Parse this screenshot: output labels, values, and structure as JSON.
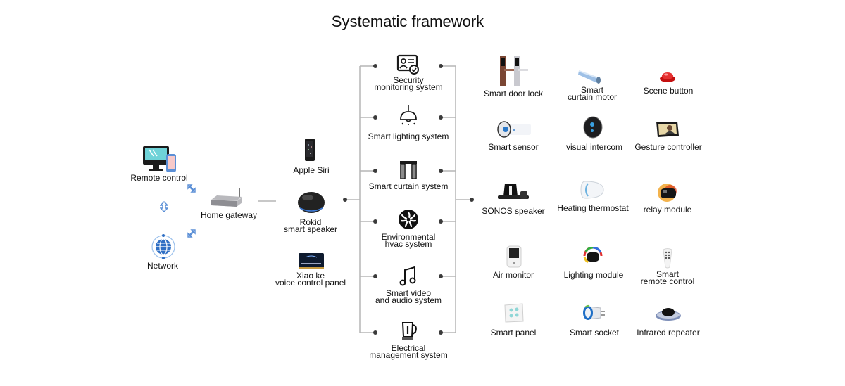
{
  "title": "Systematic framework",
  "control": {
    "remote_control": "Remote control",
    "network": "Network",
    "home_gateway": "Home gateway"
  },
  "voice": {
    "apple_siri": "Apple Siri",
    "rokid": [
      "Rokid",
      "smart speaker"
    ],
    "xiaoke": [
      "Xiao ke",
      "voice control panel"
    ]
  },
  "systems": [
    {
      "icon": "security-id-icon",
      "lines": [
        "Security",
        "monitoring system"
      ]
    },
    {
      "icon": "pendant-lamp-icon",
      "lines": [
        "Smart lighting system"
      ]
    },
    {
      "icon": "curtain-icon",
      "lines": [
        "Smart curtain system"
      ]
    },
    {
      "icon": "fan-icon",
      "lines": [
        "Environmental",
        "hvac system"
      ]
    },
    {
      "icon": "music-note-icon",
      "lines": [
        "Smart video",
        "and audio system"
      ]
    },
    {
      "icon": "kettle-icon",
      "lines": [
        "Electrical",
        "management system"
      ]
    }
  ],
  "devices": [
    {
      "icon": "door-lock-icon",
      "lines": [
        "Smart door lock"
      ]
    },
    {
      "icon": "curtain-motor-icon",
      "lines": [
        "Smart",
        "curtain motor"
      ]
    },
    {
      "icon": "scene-button-icon",
      "lines": [
        "Scene button"
      ]
    },
    {
      "icon": "sensor-icon",
      "lines": [
        "Smart sensor"
      ]
    },
    {
      "icon": "intercom-icon",
      "lines": [
        "visual intercom"
      ]
    },
    {
      "icon": "tablet-icon",
      "lines": [
        "Gesture controller"
      ]
    },
    {
      "icon": "speaker-icon",
      "lines": [
        "SONOS speaker"
      ]
    },
    {
      "icon": "thermostat-icon",
      "lines": [
        "Heating thermostat"
      ]
    },
    {
      "icon": "relay-icon",
      "lines": [
        "relay module"
      ]
    },
    {
      "icon": "air-monitor-icon",
      "lines": [
        "Air monitor"
      ]
    },
    {
      "icon": "lighting-module-icon",
      "lines": [
        "Lighting module"
      ]
    },
    {
      "icon": "remote-icon",
      "lines": [
        "Smart",
        "remote control"
      ]
    },
    {
      "icon": "smart-panel-icon",
      "lines": [
        "Smart panel"
      ]
    },
    {
      "icon": "socket-icon",
      "lines": [
        "Smart socket"
      ]
    },
    {
      "icon": "ir-repeater-icon",
      "lines": [
        "Infrared repeater"
      ]
    }
  ],
  "colors": {
    "line": "#b5b5b5",
    "dot": "#3a3a3a",
    "arrow": "#5b8fd6",
    "text": "#111111"
  }
}
